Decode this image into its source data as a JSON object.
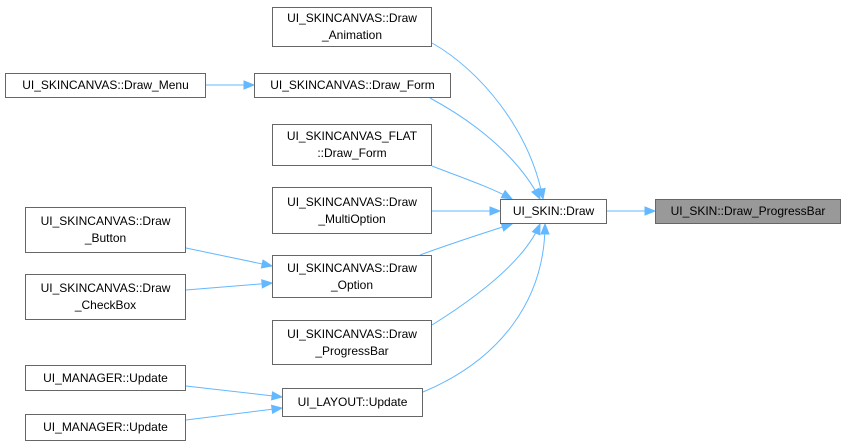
{
  "graph": {
    "edge_color": "#63b8ff",
    "current_fill": "#999999",
    "node_border": "#666666",
    "nodes": {
      "draw_progressbar": {
        "lines": [
          "UI_SKIN::Draw_ProgressBar"
        ]
      },
      "ui_skin_draw": {
        "lines": [
          "UI_SKIN::Draw"
        ]
      },
      "canvas_draw_animation": {
        "lines": [
          "UI_SKINCANVAS::Draw",
          "_Animation"
        ]
      },
      "canvas_draw_menu": {
        "lines": [
          "UI_SKINCANVAS::Draw_Menu"
        ]
      },
      "canvas_draw_form": {
        "lines": [
          "UI_SKINCANVAS::Draw_Form"
        ]
      },
      "flat_draw_form": {
        "lines": [
          "UI_SKINCANVAS_FLAT",
          "::Draw_Form"
        ]
      },
      "canvas_draw_multioption": {
        "lines": [
          "UI_SKINCANVAS::Draw",
          "_MultiOption"
        ]
      },
      "canvas_draw_button": {
        "lines": [
          "UI_SKINCANVAS::Draw",
          "_Button"
        ]
      },
      "canvas_draw_option": {
        "lines": [
          "UI_SKINCANVAS::Draw",
          "_Option"
        ]
      },
      "canvas_draw_checkbox": {
        "lines": [
          "UI_SKINCANVAS::Draw",
          "_CheckBox"
        ]
      },
      "canvas_draw_progressbar": {
        "lines": [
          "UI_SKINCANVAS::Draw",
          "_ProgressBar"
        ]
      },
      "manager_update_1": {
        "lines": [
          "UI_MANAGER::Update"
        ]
      },
      "layout_update": {
        "lines": [
          "UI_LAYOUT::Update"
        ]
      },
      "manager_update_2": {
        "lines": [
          "UI_MANAGER::Update"
        ]
      }
    },
    "edges": [
      {
        "from": "ui_skin_draw",
        "to": "draw_progressbar"
      },
      {
        "from": "canvas_draw_animation",
        "to": "ui_skin_draw"
      },
      {
        "from": "canvas_draw_form",
        "to": "ui_skin_draw"
      },
      {
        "from": "flat_draw_form",
        "to": "ui_skin_draw"
      },
      {
        "from": "canvas_draw_multioption",
        "to": "ui_skin_draw"
      },
      {
        "from": "canvas_draw_option",
        "to": "ui_skin_draw"
      },
      {
        "from": "canvas_draw_progressbar",
        "to": "ui_skin_draw"
      },
      {
        "from": "layout_update",
        "to": "ui_skin_draw"
      },
      {
        "from": "canvas_draw_menu",
        "to": "canvas_draw_form"
      },
      {
        "from": "canvas_draw_button",
        "to": "canvas_draw_option"
      },
      {
        "from": "canvas_draw_checkbox",
        "to": "canvas_draw_option"
      },
      {
        "from": "manager_update_1",
        "to": "layout_update"
      },
      {
        "from": "manager_update_2",
        "to": "layout_update"
      }
    ]
  }
}
